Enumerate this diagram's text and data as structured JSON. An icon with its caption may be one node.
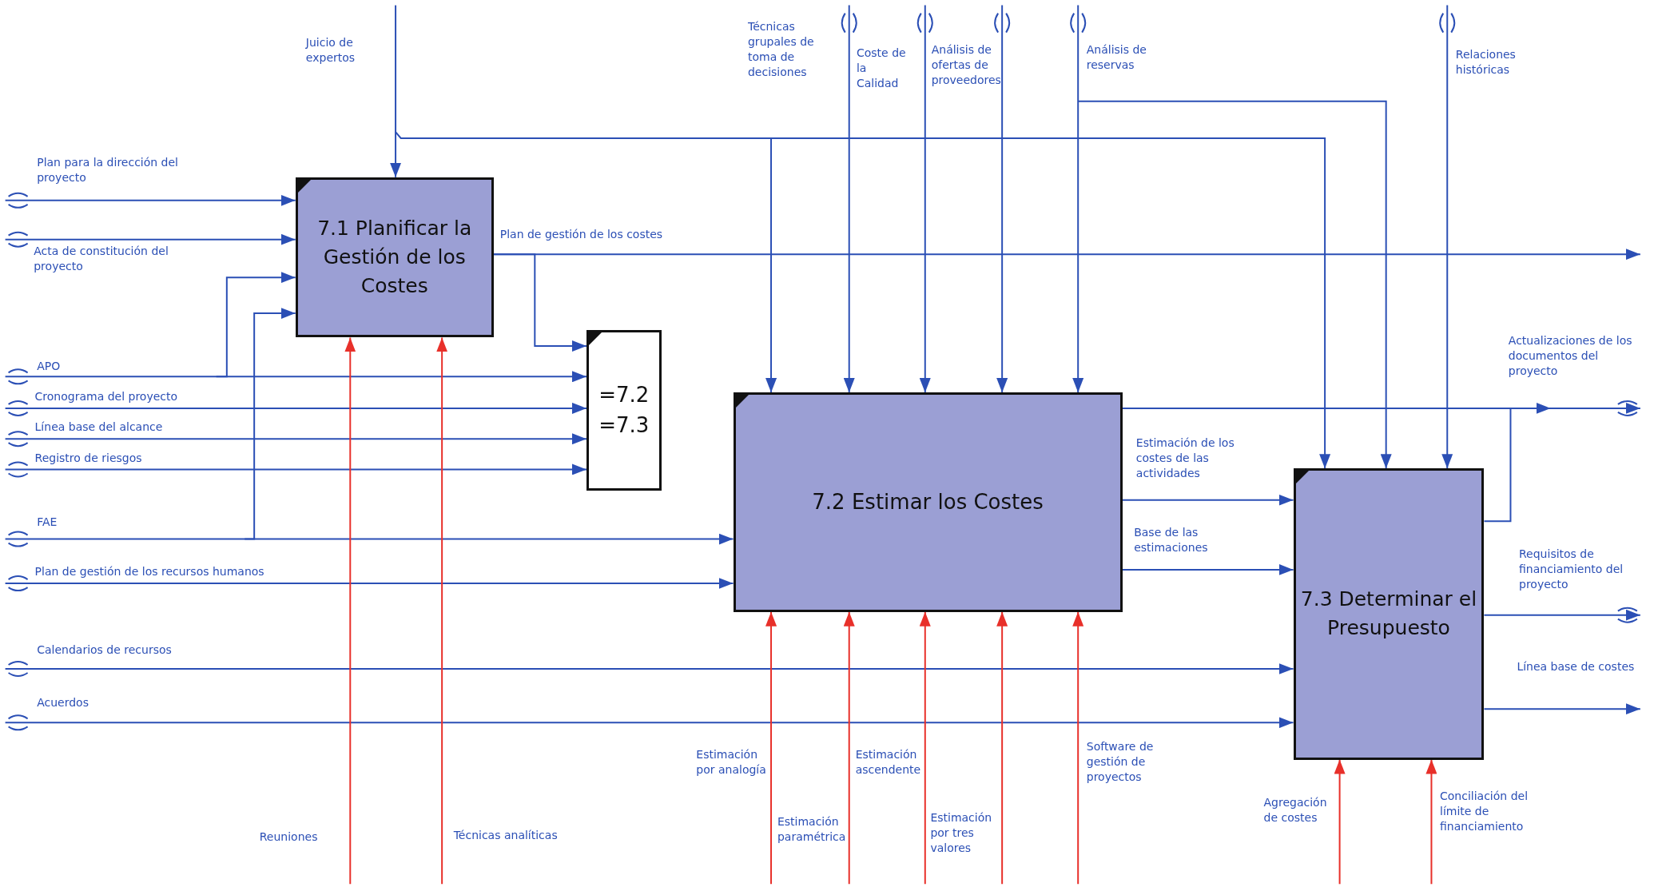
{
  "diagram": {
    "nodes": [
      {
        "text": [
          "7.1 Planificar la Gestión de los Costes"
        ]
      },
      {
        "text": [
          "=7.2 =7.3"
        ]
      },
      {
        "text": [
          "7.2 Estimar los Costes"
        ]
      },
      {
        "text": [
          "7.3 Determinar el Presupuesto"
        ]
      }
    ],
    "edges": [
      {
        "from": null,
        "to": 0,
        "arrow": "to",
        "label": "Plan para la dirección del proyecto"
      },
      {
        "from": null,
        "to": 0,
        "arrow": "to",
        "label": "Acta de constitución del proyecto"
      },
      {
        "from": null,
        "to": 1,
        "arrow": "to",
        "label": "APO"
      },
      {
        "from": null,
        "to": 0,
        "arrow": "to"
      },
      {
        "from": null,
        "to": 1,
        "arrow": "to",
        "label": "Cronograma del proyecto"
      },
      {
        "from": null,
        "to": 1,
        "arrow": "to",
        "label": "Línea base del alcance"
      },
      {
        "from": null,
        "to": 1,
        "arrow": "to",
        "label": "Registro de riesgos"
      },
      {
        "from": null,
        "to": 2,
        "arrow": "to",
        "label": "FAE"
      },
      {
        "from": null,
        "to": 0,
        "arrow": "to"
      },
      {
        "from": null,
        "to": 2,
        "arrow": "to",
        "label": "Plan de gestión de los recursos humanos"
      },
      {
        "from": null,
        "to": 3,
        "arrow": "to",
        "label": "Calendarios de recursos"
      },
      {
        "from": null,
        "to": 3,
        "arrow": "to",
        "label": "Acuerdos"
      },
      {
        "from": null,
        "to": 0,
        "arrow": "to",
        "label": "Juicio de expertos"
      },
      {
        "from": null,
        "to": 2,
        "arrow": "to"
      },
      {
        "from": null,
        "to": 3,
        "arrow": "to"
      },
      {
        "from": null,
        "to": 2,
        "arrow": "to",
        "label": "Técnicas grupales de toma de decisiones"
      },
      {
        "from": null,
        "to": 2,
        "arrow": "to",
        "label": "Coste de la Calidad"
      },
      {
        "from": null,
        "to": 2,
        "arrow": "to",
        "label": "Análisis de ofertas de proveedores"
      },
      {
        "from": null,
        "to": 2,
        "arrow": "to",
        "label": "Análisis de reservas"
      },
      {
        "from": null,
        "to": 3,
        "arrow": "to"
      },
      {
        "from": null,
        "to": 3,
        "arrow": "to",
        "label": "Relaciones históricas"
      },
      {
        "from": 0,
        "to": null,
        "arrow": "to",
        "label": "Plan de gestión de los costes"
      },
      {
        "from": 0,
        "to": 1,
        "arrow": "to"
      },
      {
        "from": 2,
        "to": null,
        "arrow": "to",
        "label": "Actualizaciones de los documentos del proyecto"
      },
      {
        "from": 3,
        "to": null,
        "arrow": "to"
      },
      {
        "from": 2,
        "to": 3,
        "arrow": "to",
        "label": "Estimación de los costes de las actividades"
      },
      {
        "from": 2,
        "to": 3,
        "arrow": "to",
        "label": "Base de las estimaciones"
      },
      {
        "from": 3,
        "to": null,
        "arrow": "to",
        "label": "Requisitos de financiamiento del proyecto"
      },
      {
        "from": 3,
        "to": null,
        "arrow": "to",
        "label": "Línea base de costes"
      },
      {
        "from": null,
        "to": 0,
        "arrow": "to",
        "label": "Reuniones",
        "color": "#e8302a"
      },
      {
        "from": null,
        "to": 0,
        "arrow": "to",
        "label": "Técnicas analíticas",
        "color": "#e8302a"
      },
      {
        "from": null,
        "to": 2,
        "arrow": "to",
        "label": "Estimación por analogía",
        "color": "#e8302a"
      },
      {
        "from": null,
        "to": 2,
        "arrow": "to",
        "label": "Estimación paramétrica",
        "color": "#e8302a"
      },
      {
        "from": null,
        "to": 2,
        "arrow": "to",
        "label": "Estimación ascendente",
        "color": "#e8302a"
      },
      {
        "from": null,
        "to": 2,
        "arrow": "to",
        "label": "Estimación por tres valores",
        "color": "#e8302a"
      },
      {
        "from": null,
        "to": 2,
        "arrow": "to",
        "label": "Software de gestión de proyectos",
        "color": "#e8302a"
      },
      {
        "from": null,
        "to": 3,
        "arrow": "to",
        "label": "Agregación de costes",
        "color": "#e8302a"
      },
      {
        "from": null,
        "to": 3,
        "arrow": "to",
        "label": "Conciliación del límite de financiamiento",
        "color": "#e8302a"
      }
    ]
  }
}
